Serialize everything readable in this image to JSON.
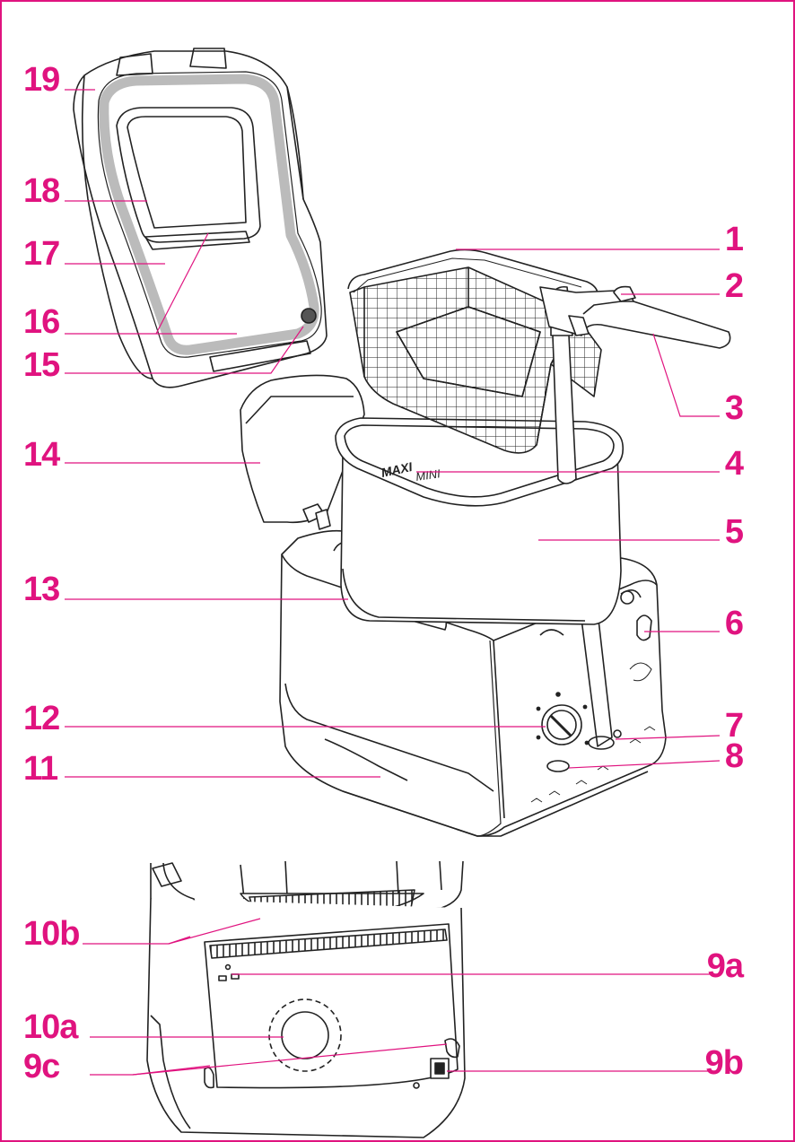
{
  "colors": {
    "accent": "#e0137f",
    "line": "#222222"
  },
  "basket_mark": {
    "maxi": "MAXI",
    "mini": "MINI"
  },
  "labels": {
    "l19": "19",
    "l18": "18",
    "l17": "17",
    "l16": "16",
    "l15": "15",
    "l14": "14",
    "l13": "13",
    "l12": "12",
    "l11": "11",
    "l10b": "10b",
    "l10a": "10a",
    "l9c": "9c",
    "r1": "1",
    "r2": "2",
    "r3": "3",
    "r4": "4",
    "r5": "5",
    "r6": "6",
    "r7": "7",
    "r8": "8",
    "r9a": "9a",
    "r9b": "9b"
  }
}
